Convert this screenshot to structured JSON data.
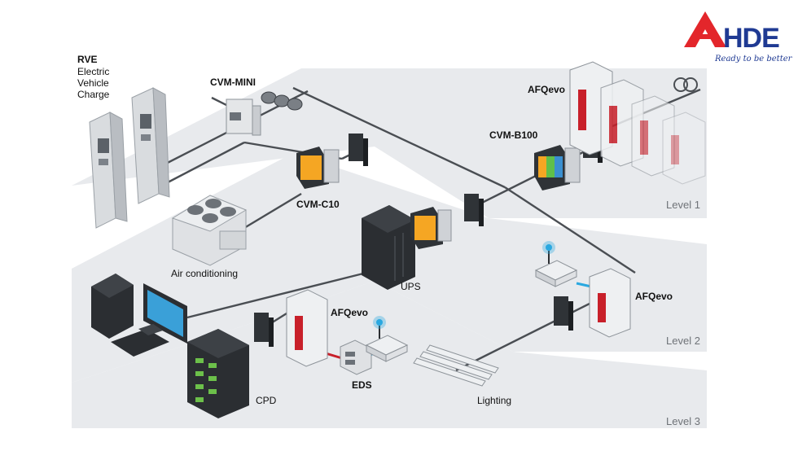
{
  "logo": {
    "brand": "AHDE",
    "tagline": "Ready to be better",
    "colors": {
      "red": "#e3262b",
      "blue": "#1f3a93"
    }
  },
  "levels": [
    "Level 1",
    "Level 2",
    "Level 3"
  ],
  "rve": {
    "title": "RVE",
    "lines": [
      "Electric",
      "Vehicle",
      "Charge"
    ]
  },
  "labels": {
    "cvm_mini": "CVM-MINI",
    "cvm_c10": "CVM-C10",
    "cvm_b100": "CVM-B100",
    "afqevo_top": "AFQevo",
    "afqevo_mid": "AFQevo",
    "afqevo_right": "AFQevo",
    "air_conditioning": "Air conditioning",
    "ups": "UPS",
    "cpd": "CPD",
    "eds": "EDS",
    "lighting": "Lighting"
  },
  "colors": {
    "level_band": "#e8eaed",
    "line": "#4a4e53",
    "wireless": "#2aa8e0",
    "accent_red": "#c8202a",
    "screen_orange": "#f5a623"
  }
}
